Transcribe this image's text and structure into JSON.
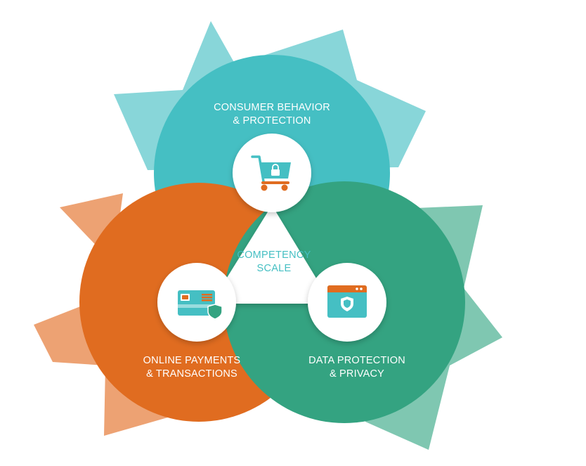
{
  "colors": {
    "teal": "#45bfc3",
    "teal_light": "#88d6d9",
    "orange": "#e06c20",
    "orange_light": "#eda273",
    "green": "#34a381",
    "green_light": "#7fc7b1",
    "center_text": "#45bfc3",
    "white": "#ffffff"
  },
  "segments": [
    {
      "id": "consumer",
      "title_line1": "CONSUMER BEHAVIOR",
      "title_line2": "& PROTECTION",
      "icon": "shopping-cart-lock-icon",
      "color": "#45bfc3"
    },
    {
      "id": "payments",
      "title_line1": "ONLINE PAYMENTS",
      "title_line2": "& TRANSACTIONS",
      "icon": "credit-card-shield-icon",
      "color": "#e06c20"
    },
    {
      "id": "data",
      "title_line1": "DATA PROTECTION",
      "title_line2": "& PRIVACY",
      "icon": "browser-shield-icon",
      "color": "#34a381"
    }
  ],
  "center": {
    "line1": "COMPETENCY",
    "line2": "SCALE"
  }
}
